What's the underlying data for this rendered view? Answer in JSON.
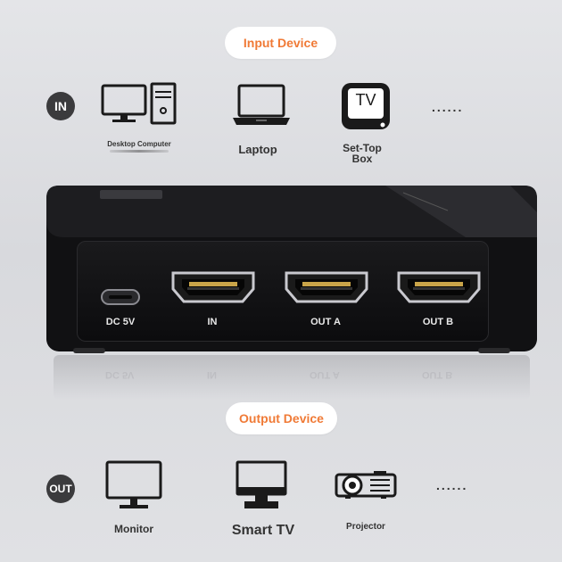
{
  "input_section": {
    "title": "Input Device",
    "badge": "IN",
    "devices": [
      {
        "label": "Desktop Computer",
        "icon": "desktop-computer-icon"
      },
      {
        "label": "Laptop",
        "icon": "laptop-icon"
      },
      {
        "label": "Set-Top Box",
        "icon": "set-top-box-icon",
        "screen_text": "TV"
      }
    ],
    "more": "......"
  },
  "device": {
    "ports": [
      {
        "label": "DC 5V",
        "icon": "usb-c-port-icon"
      },
      {
        "label": "IN",
        "icon": "hdmi-port-icon"
      },
      {
        "label": "OUT A",
        "icon": "hdmi-port-icon"
      },
      {
        "label": "OUT B",
        "icon": "hdmi-port-icon"
      }
    ]
  },
  "output_section": {
    "title": "Output Device",
    "badge": "OUT",
    "devices": [
      {
        "label": "Monitor",
        "icon": "monitor-icon"
      },
      {
        "label": "Smart TV",
        "icon": "smart-tv-icon"
      },
      {
        "label": "Projector",
        "icon": "projector-icon"
      }
    ],
    "more": "......"
  },
  "colors": {
    "accent": "#f07a36",
    "background": "#dcdde0",
    "device": "#111113",
    "icon": "#1a1a1a"
  }
}
